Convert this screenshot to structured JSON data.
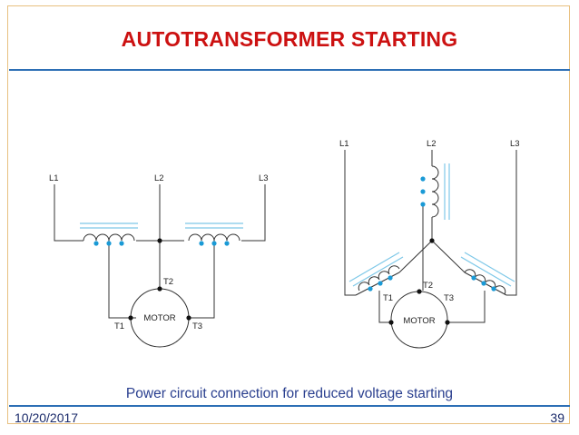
{
  "title": "AUTOTRANSFORMER STARTING",
  "caption": "Power circuit connection for reduced voltage starting",
  "footer": {
    "date": "10/20/2017",
    "page": "39"
  },
  "left_diagram": {
    "lines": [
      "L1",
      "L2",
      "L3"
    ],
    "terminals": [
      "T1",
      "T2",
      "T3"
    ],
    "motor": "MOTOR"
  },
  "right_diagram": {
    "lines": [
      "L1",
      "L2",
      "L3"
    ],
    "terminals": [
      "T1",
      "T2",
      "T3"
    ],
    "motor": "MOTOR"
  },
  "colors": {
    "title": "#cc1111",
    "rule": "#2d6fb5",
    "tap": "#1a9ad6",
    "core": "#7ec8e8"
  }
}
